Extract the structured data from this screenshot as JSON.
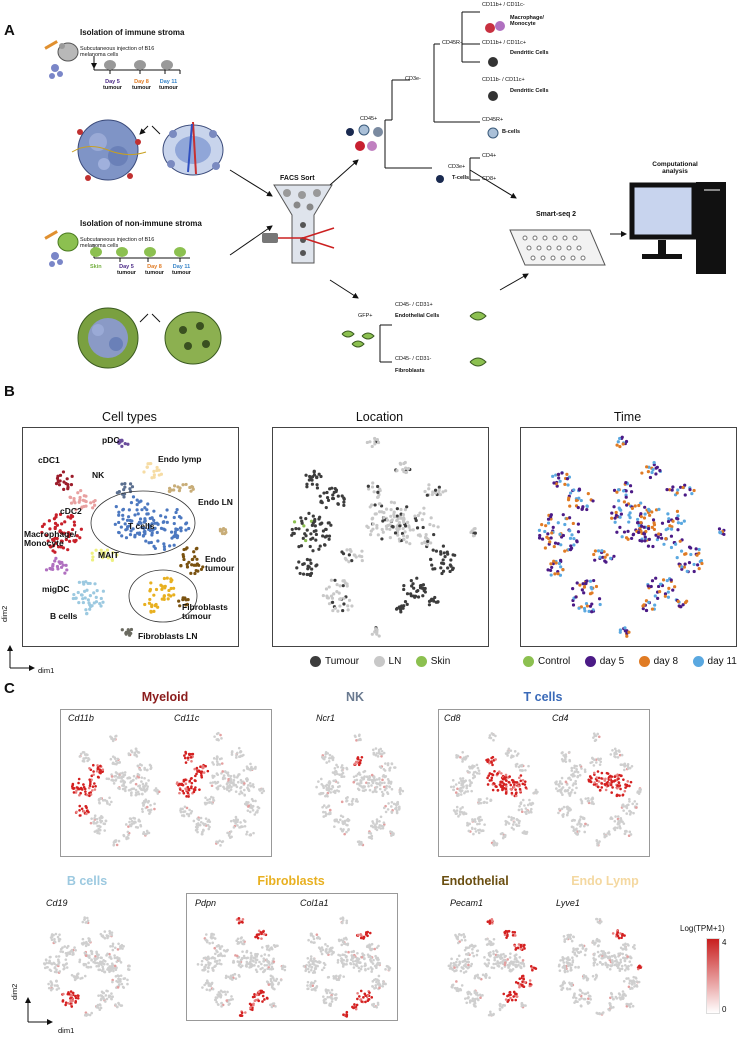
{
  "panelA": {
    "letter": "A",
    "immune": {
      "title": "Isolation of immune stroma",
      "note": "Subcutaneous injection of B16 melanoma cells",
      "days": [
        {
          "label": "Day 5",
          "sub": "tumour",
          "color": "#4b2a86"
        },
        {
          "label": "Day 8",
          "sub": "tumour",
          "color": "#e07b24"
        },
        {
          "label": "Day 11",
          "sub": "tumour",
          "color": "#3a86c9"
        }
      ]
    },
    "nonimmune": {
      "title": "Isolation of non-immune stroma",
      "note": "Subcutaneous injection of B16 melanoma cells",
      "skin": {
        "label": "Skin",
        "color": "#76b043"
      },
      "days": [
        {
          "label": "Day 5",
          "sub": "tumour",
          "color": "#4b2a86"
        },
        {
          "label": "Day 8",
          "sub": "tumour",
          "color": "#e07b24"
        },
        {
          "label": "Day 11",
          "sub": "tumour",
          "color": "#3a86c9"
        }
      ]
    },
    "facs": "FACS Sort",
    "tree": {
      "cd45pos": "CD45+",
      "cd3neg": "CD3e-",
      "cd45rneg": "CD45R-",
      "n1": "CD11b+ / CD11c-",
      "n1b": "Macrophage/ Monocyte",
      "n2": "CD11b+ / CD11c+",
      "n2b": "Dendritic Cells",
      "n3": "CD11b- / CD11c+",
      "n3b": "Dendritic Cells",
      "cd45rpos": "CD45R+",
      "bcells": "B-cells",
      "cd3pos": "CD3e+",
      "tcells": "T-cells",
      "cd4": "CD4+",
      "cd8": "CD8+",
      "gfp": "GFP+",
      "e1": "CD45- / CD31+",
      "e1b": "Endothelial Cells",
      "f1": "CD45- / CD31-",
      "f1b": "Fibroblasts"
    },
    "smartseq": "Smart-seq 2",
    "computational": "Computational analysis"
  },
  "panelB": {
    "letter": "B",
    "titles": [
      "Cell types",
      "Location",
      "Time"
    ],
    "axis": {
      "y": "dim2",
      "x": "dim1"
    },
    "clusters": [
      {
        "name": "pDC",
        "color": "#6a4c9c"
      },
      {
        "name": "cDC1",
        "color": "#9c1c2a"
      },
      {
        "name": "NK",
        "color": "#5b6f8f"
      },
      {
        "name": "Endo lymp",
        "color": "#f6dca4"
      },
      {
        "name": "cDC2",
        "color": "#e8a0a0"
      },
      {
        "name": "Endo LN",
        "color": "#c8ad78"
      },
      {
        "name": "T cells",
        "color": "#4c78c0"
      },
      {
        "name": "Macrophage/ Monocyte",
        "color": "#c8202a"
      },
      {
        "name": "MAIT",
        "color": "#eef080"
      },
      {
        "name": "Endo tumour",
        "color": "#7a5210"
      },
      {
        "name": "migDC",
        "color": "#b070c0"
      },
      {
        "name": "B cells",
        "color": "#9cc9e0"
      },
      {
        "name": "Fibroblasts tumour",
        "color": "#e8b020"
      },
      {
        "name": "Fibroblasts LN",
        "color": "#6a6a60"
      }
    ],
    "location_legend": [
      {
        "name": "Tumour",
        "color": "#3c3c3c"
      },
      {
        "name": "LN",
        "color": "#c8c8c8"
      },
      {
        "name": "Skin",
        "color": "#8cc050"
      }
    ],
    "time_legend": [
      {
        "name": "Control",
        "color": "#8cc050"
      },
      {
        "name": "day 5",
        "color": "#4b1a86"
      },
      {
        "name": "day 8",
        "color": "#e07b24"
      },
      {
        "name": "day 11",
        "color": "#5aa8e0"
      }
    ]
  },
  "panelC": {
    "letter": "C",
    "groups_row1": [
      {
        "name": "Myeloid",
        "color": "#8b1c1c",
        "genes": [
          "Cd11b",
          "Cd11c"
        ]
      },
      {
        "name": "NK",
        "color": "#6a7a90",
        "genes": [
          "Ncr1"
        ]
      },
      {
        "name": "T cells",
        "color": "#3a6ab8",
        "genes": [
          "Cd8",
          "Cd4"
        ]
      }
    ],
    "groups_row2": [
      {
        "name": "B cells",
        "color": "#9cc9e0",
        "genes": [
          "Cd19"
        ]
      },
      {
        "name": "Fibroblasts",
        "color": "#e8b020",
        "genes": [
          "Pdpn",
          "Col1a1"
        ]
      },
      {
        "name": "Endothelial",
        "color": "#6a4e10",
        "genes": [
          "Pecam1"
        ]
      },
      {
        "name": "Endo Lymp",
        "color": "#f4d8a0",
        "genes": [
          "Lyve1"
        ]
      }
    ],
    "scale": {
      "title": "Log(TPM+1)",
      "max": "4",
      "min": "0"
    },
    "axis": {
      "y": "dim2",
      "x": "dim1"
    }
  }
}
